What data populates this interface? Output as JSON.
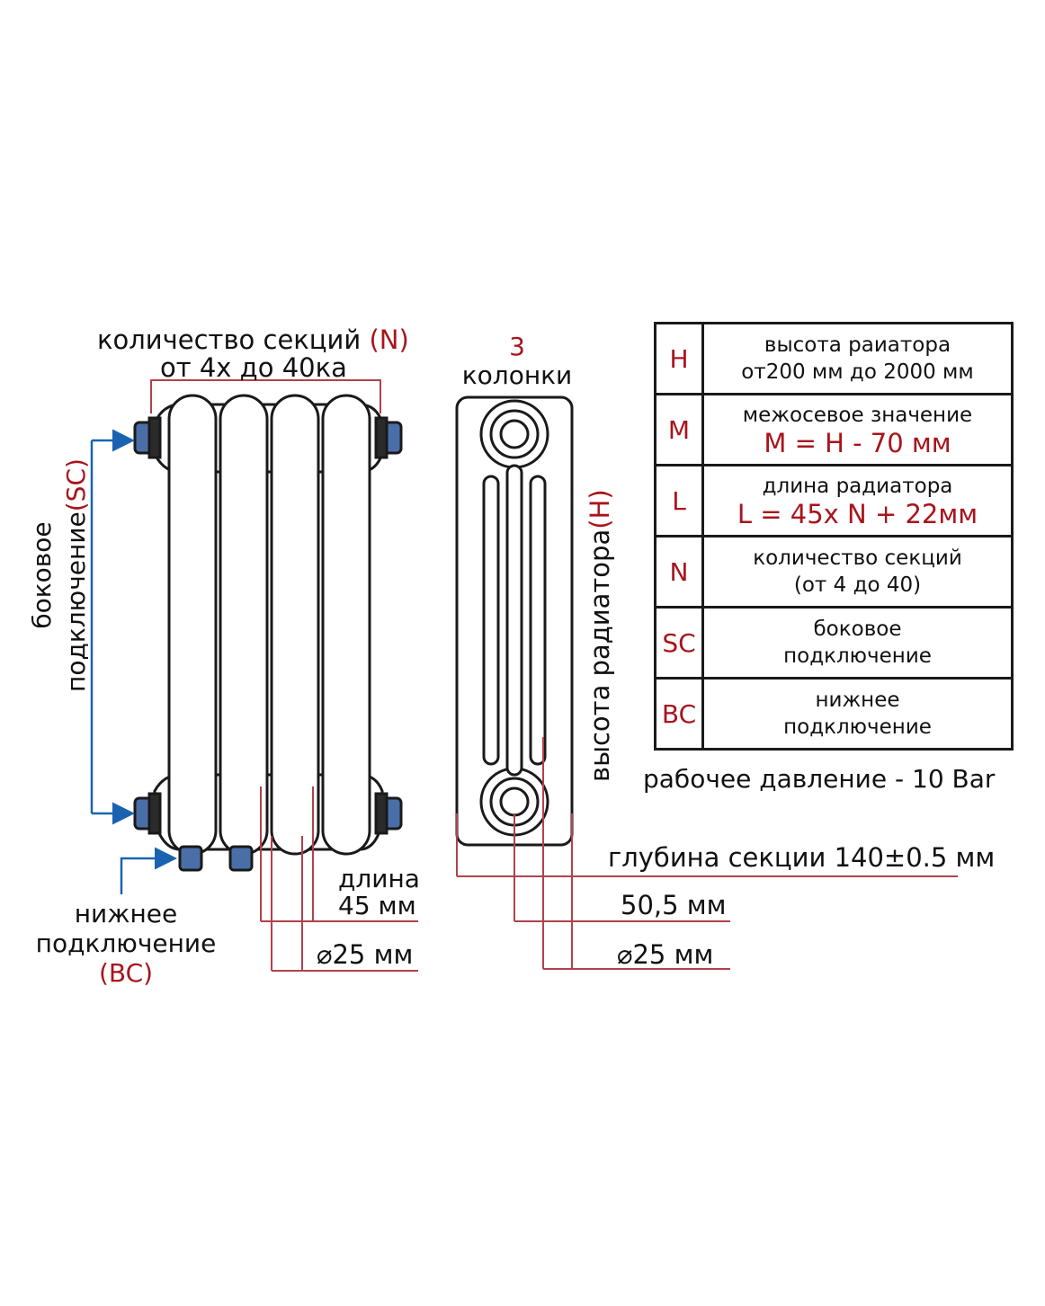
{
  "front_view": {
    "sections_label": "количество секций",
    "sections_symbol": "(N)",
    "sections_range": "от 4х до 40ка",
    "side_connection_label_1": "боковое",
    "side_connection_label_2": "подключение",
    "side_connection_symbol": "(SC)",
    "bottom_connection_label_1": "нижнее",
    "bottom_connection_label_2": "подключение",
    "bottom_connection_symbol": "(BC)",
    "length_label": "длина",
    "length_value": "45 мм",
    "diameter_value": "⌀25 мм"
  },
  "side_view": {
    "columns_count": "3",
    "columns_label": "колонки",
    "height_label": "высота  радиатора",
    "height_symbol": "(H)",
    "depth_label": "глубина секции 140±0.5 мм",
    "offset_value": "50,5 мм",
    "diameter_value": "⌀25 мм"
  },
  "legend": [
    {
      "key": "H",
      "line1": "высота раиатора",
      "line2": "от200 мм до 2000 мм",
      "formula": false
    },
    {
      "key": "M",
      "line1": "межосевое значение",
      "line2": "M = H -  70 мм",
      "formula": true
    },
    {
      "key": "L",
      "line1": "длина радиатора",
      "line2": "L = 45x N + 22мм",
      "formula": true
    },
    {
      "key": "N",
      "line1": "количество секций",
      "line2": "(от 4 до 40)",
      "formula": false
    },
    {
      "key": "SC",
      "line1": "боковое",
      "line2": "подключение",
      "formula": false
    },
    {
      "key": "BC",
      "line1": "нижнее",
      "line2": "подключение",
      "formula": false
    }
  ],
  "pressure_note": "рабочее давление - 10 Bar",
  "colors": {
    "accent_red": "#a8141c",
    "arrow_blue": "#1a63b0",
    "outline": "#1a1a1a"
  }
}
